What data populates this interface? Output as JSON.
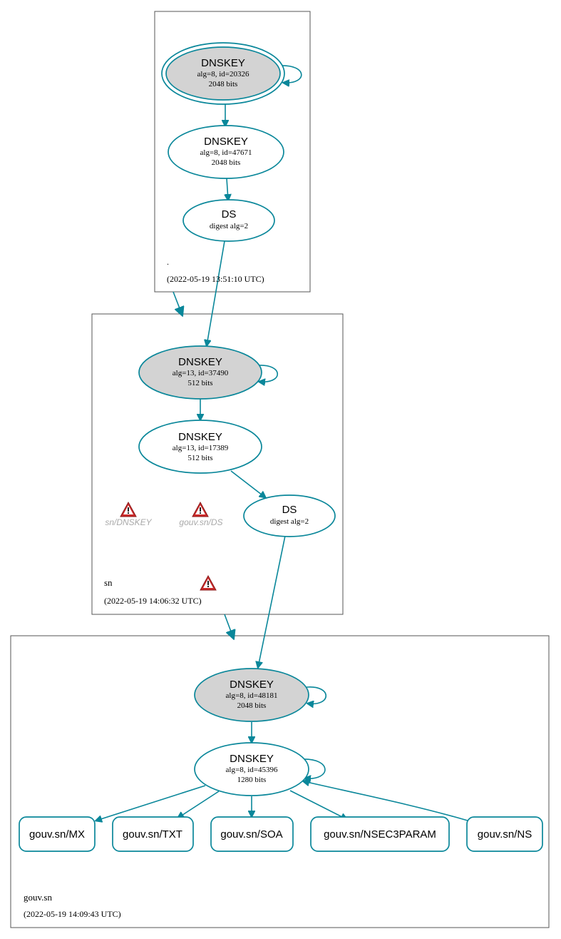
{
  "colors": {
    "edge": "#0a879a",
    "node_border": "#0a879a",
    "ksk_fill": "#d3d3d3",
    "zsk_fill": "#ffffff",
    "zone_border": "#555555",
    "warning_red": "#cc2b2b",
    "warning_label": "#a9a9a9"
  },
  "zones": [
    {
      "id": "root",
      "name": ".",
      "timestamp": "(2022-05-19 13:51:10 UTC)",
      "nodes": [
        {
          "id": "root-ksk",
          "title": "DNSKEY",
          "line1": "alg=8, id=20326",
          "line2": "2048 bits",
          "style": "ksk-trust-anchor"
        },
        {
          "id": "root-zsk",
          "title": "DNSKEY",
          "line1": "alg=8, id=47671",
          "line2": "2048 bits",
          "style": "zsk"
        },
        {
          "id": "root-ds",
          "title": "DS",
          "line1": "digest alg=2",
          "line2": "",
          "style": "ds"
        }
      ]
    },
    {
      "id": "sn",
      "name": "sn",
      "timestamp": "(2022-05-19 14:06:32 UTC)",
      "nodes": [
        {
          "id": "sn-ksk",
          "title": "DNSKEY",
          "line1": "alg=13, id=37490",
          "line2": "512 bits",
          "style": "ksk"
        },
        {
          "id": "sn-zsk",
          "title": "DNSKEY",
          "line1": "alg=13, id=17389",
          "line2": "512 bits",
          "style": "zsk"
        },
        {
          "id": "sn-ds",
          "title": "DS",
          "line1": "digest alg=2",
          "line2": "",
          "style": "ds"
        }
      ],
      "warnings": [
        {
          "id": "warn-sn-dnskey",
          "label": "sn/DNSKEY",
          "icon": "warning-icon"
        },
        {
          "id": "warn-gouv-ds",
          "label": "gouv.sn/DS",
          "icon": "warning-icon"
        },
        {
          "id": "warn-sn-zone",
          "label": "",
          "icon": "warning-icon"
        }
      ]
    },
    {
      "id": "gouv",
      "name": "gouv.sn",
      "timestamp": "(2022-05-19 14:09:43 UTC)",
      "nodes": [
        {
          "id": "gouv-ksk",
          "title": "DNSKEY",
          "line1": "alg=8, id=48181",
          "line2": "2048 bits",
          "style": "ksk"
        },
        {
          "id": "gouv-zsk",
          "title": "DNSKEY",
          "line1": "alg=8, id=45396",
          "line2": "1280 bits",
          "style": "zsk"
        }
      ],
      "rrsets": [
        {
          "id": "rr-mx",
          "label": "gouv.sn/MX"
        },
        {
          "id": "rr-txt",
          "label": "gouv.sn/TXT"
        },
        {
          "id": "rr-soa",
          "label": "gouv.sn/SOA"
        },
        {
          "id": "rr-nsec3param",
          "label": "gouv.sn/NSEC3PARAM"
        },
        {
          "id": "rr-ns",
          "label": "gouv.sn/NS"
        }
      ]
    }
  ],
  "edges": [
    {
      "from": "root-ksk",
      "to": "root-ksk",
      "kind": "self"
    },
    {
      "from": "root-ksk",
      "to": "root-zsk",
      "kind": "signs"
    },
    {
      "from": "root-zsk",
      "to": "root-ds",
      "kind": "signs"
    },
    {
      "from": "root-ds",
      "to": "sn-ksk",
      "kind": "delegation-match"
    },
    {
      "from": "root",
      "to": "sn",
      "kind": "zone-delegation"
    },
    {
      "from": "sn-ksk",
      "to": "sn-ksk",
      "kind": "self"
    },
    {
      "from": "sn-ksk",
      "to": "sn-zsk",
      "kind": "signs"
    },
    {
      "from": "sn-zsk",
      "to": "sn-ds",
      "kind": "signs"
    },
    {
      "from": "sn-ds",
      "to": "gouv-ksk",
      "kind": "delegation-match"
    },
    {
      "from": "sn",
      "to": "gouv",
      "kind": "zone-delegation"
    },
    {
      "from": "gouv-ksk",
      "to": "gouv-ksk",
      "kind": "self"
    },
    {
      "from": "gouv-ksk",
      "to": "gouv-zsk",
      "kind": "signs"
    },
    {
      "from": "gouv-zsk",
      "to": "gouv-zsk",
      "kind": "self"
    },
    {
      "from": "gouv-zsk",
      "to": "rr-mx",
      "kind": "signs"
    },
    {
      "from": "gouv-zsk",
      "to": "rr-txt",
      "kind": "signs"
    },
    {
      "from": "gouv-zsk",
      "to": "rr-soa",
      "kind": "signs"
    },
    {
      "from": "gouv-zsk",
      "to": "rr-nsec3param",
      "kind": "signs"
    },
    {
      "from": "rr-ns",
      "to": "gouv-zsk",
      "kind": "signs"
    }
  ]
}
